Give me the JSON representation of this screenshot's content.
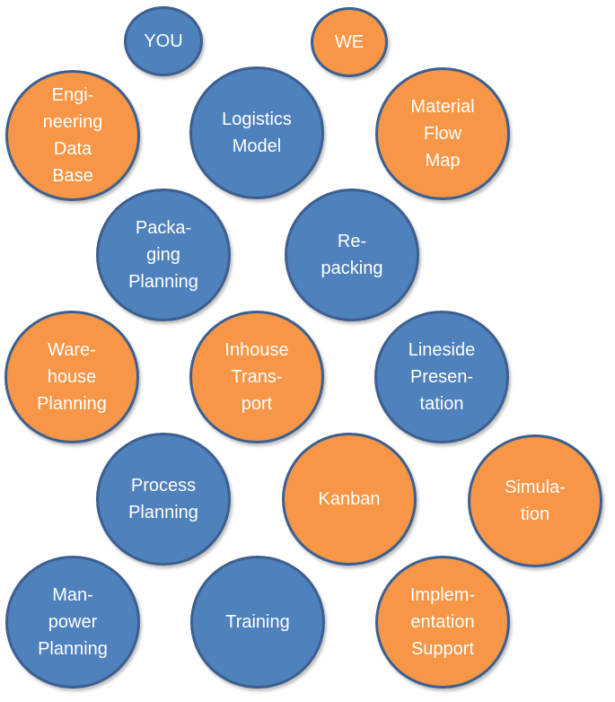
{
  "colors": {
    "blue": "#4f81bd",
    "orange": "#f79646",
    "outline": "#3c5f8f",
    "text": "#ffffff"
  },
  "legend": {
    "you": "YOU",
    "we": "WE"
  },
  "bubbles": {
    "engineering_data_base": "Engi-\nneering\nData\nBase",
    "logistics_model": "Logistics\nModel",
    "material_flow_map": "Material\nFlow\nMap",
    "packaging_planning": "Packa-\nging\nPlanning",
    "repacking": "Re-\npacking",
    "warehouse_planning": "Ware-\nhouse\nPlanning",
    "inhouse_transport": "Inhouse\nTrans-\nport",
    "lineside_presentation": "Lineside\nPresen-\ntation",
    "process_planning": "Process\nPlanning",
    "kanban": "Kanban",
    "simulation": "Simula-\ntion",
    "manpower_planning": "Man-\npower\nPlanning",
    "training": "Training",
    "implementation_support": "Implem-\nentation\nSupport"
  }
}
